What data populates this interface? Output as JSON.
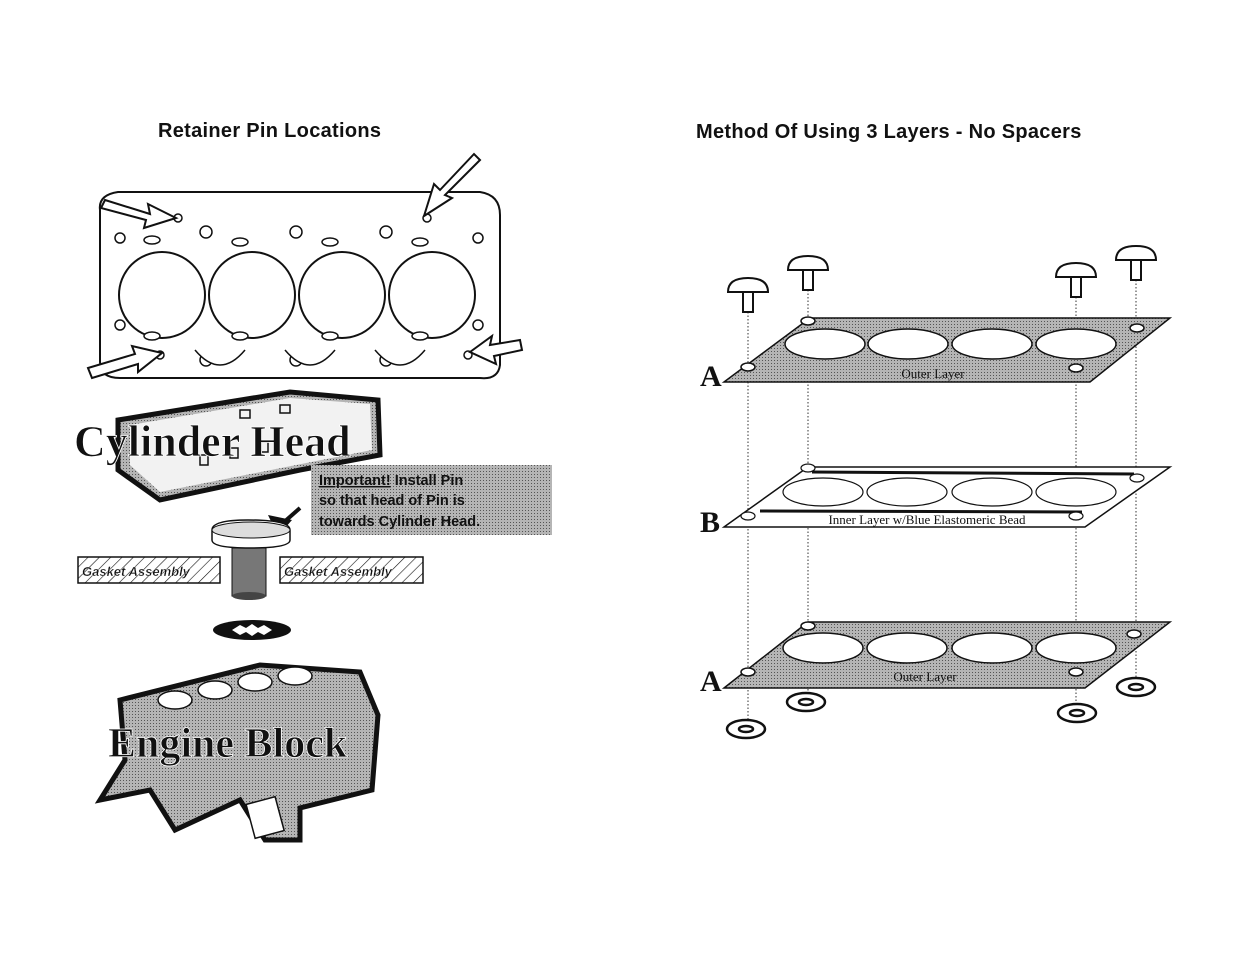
{
  "left_panel": {
    "title": "Retainer Pin Locations",
    "cylinder_head_label": "Cylinder Head",
    "important_note": {
      "emphasis": "Important!",
      "line1_rest": " Install Pin",
      "line2": "so that head of Pin is",
      "line3": "towards Cylinder Head."
    },
    "gasket_assembly_left": "Gasket Assembly",
    "gasket_assembly_right": "Gasket Assembly",
    "engine_block_label": "Engine Block"
  },
  "right_panel": {
    "title": "Method Of Using 3 Layers - No Spacers",
    "layers": [
      {
        "letter": "A",
        "label": "Outer Layer"
      },
      {
        "letter": "B",
        "label": "Inner Layer w/Blue Elastomeric Bead"
      },
      {
        "letter": "A",
        "label": "Outer Layer"
      }
    ]
  },
  "colors": {
    "ink": "#111111",
    "halftone": "#9a9a9a",
    "note_bg": "#a8a8a8"
  }
}
